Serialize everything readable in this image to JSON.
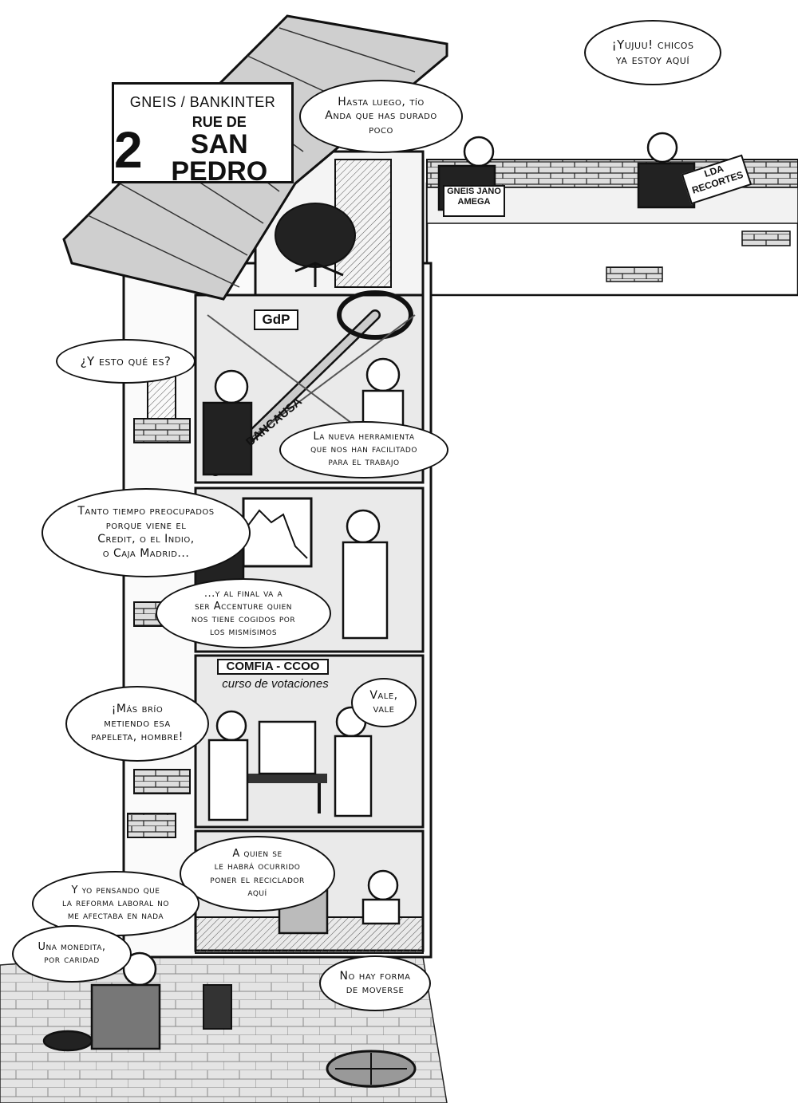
{
  "sign": {
    "line1": "GNEIS / BANKINTER",
    "rue": "RUE DE",
    "number": "2",
    "name": "SAN PEDRO"
  },
  "labels": {
    "gdp": "GdP",
    "scissors": "DANCAUSA",
    "briefcase_left": "GNEIS JANO AMEGA",
    "briefcase_right": "LDA RECORTES",
    "comfia": "COMFIA - CCOO",
    "course": "curso de votaciones"
  },
  "bubbles": {
    "hasta_luego": "Hasta luego, tío\nAnda que has durado\npoco",
    "yujuu": "¡Yujuu! chicos\nya estoy aquí",
    "yesto": "¿Y esto qué es?",
    "herramienta": "La nueva herramienta\nque nos han facilitado\npara el trabajo",
    "tanto_tiempo": "Tanto tiempo preocupados\nporque viene el\nCredit, o el Indio,\no Caja Madrid...",
    "al_final": "...y al final va a\nser Accenture quien\nnos tiene cogidos por\nlos mismísimos",
    "mas_brio": "¡Más brío\nmetiendo esa\npapeleta, hombre!",
    "vale": "Vale,\nvale",
    "a_quien": "A quien se\nle habrá ocurrido\nponer el reciclador\naquí",
    "yo_pensando": "Y yo pensando que\nla reforma laboral no\nme afectaba en nada",
    "monedita": "Una monedita,\npor caridad",
    "no_hay_forma": "No hay forma\nde moverse"
  }
}
